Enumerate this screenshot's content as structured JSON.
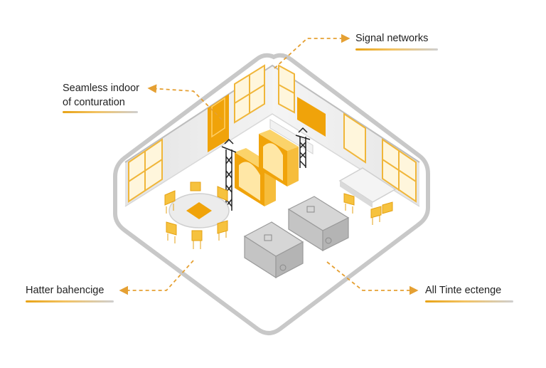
{
  "callouts": {
    "top_right": {
      "text": "Signal networks"
    },
    "top_left": {
      "line1": "Seamless indoor",
      "line2": "of conturation"
    },
    "bottom_left": {
      "text": "Hatter bahencige"
    },
    "bottom_right": {
      "text": "All Tinte ectenge"
    }
  },
  "colors": {
    "accent": "#f0a30a",
    "accent_light": "#fbd36a",
    "wall": "#cfcfcf",
    "floor": "#ffffff",
    "furniture_grey": "#bdbdbd",
    "dashed_line": "#e5a033"
  },
  "icons": [
    "window-icon",
    "antenna-mast-icon",
    "round-table-icon",
    "chair-icon",
    "kitchen-island-icon",
    "booth-icon"
  ]
}
